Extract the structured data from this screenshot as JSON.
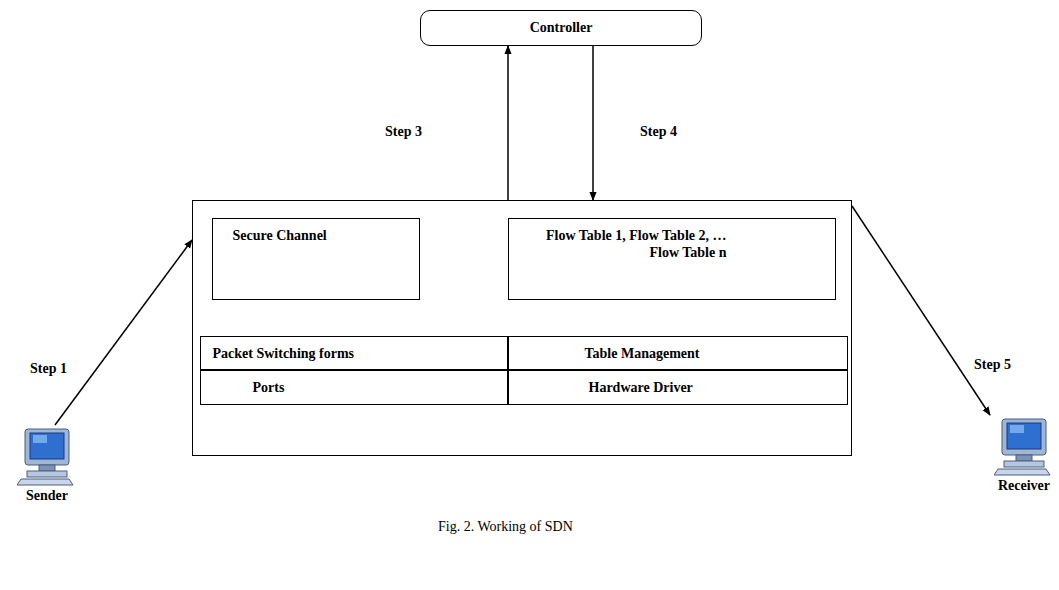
{
  "diagram": {
    "caption": "Fig. 2. Working of SDN",
    "nodes": [
      {
        "text": [
          "Controller"
        ]
      },
      {
        "text": []
      },
      {
        "text": [
          "Secure Channel"
        ],
        "in": 1
      },
      {
        "text": [
          "Flow Table 1, Flow Table 2, … Flow Table n"
        ],
        "in": 1
      },
      {
        "text": [
          "Packet Switching forms"
        ],
        "in": 1
      },
      {
        "text": [
          "Table Management"
        ],
        "in": 1
      },
      {
        "text": [
          "Ports"
        ],
        "in": 1
      },
      {
        "text": [
          "Hardware Driver"
        ],
        "in": 1
      },
      {
        "text": [
          "Sender"
        ]
      },
      {
        "text": [
          "Receiver"
        ]
      }
    ],
    "edges": [
      {
        "from": 1,
        "to": 0,
        "label": "Step 3",
        "arrow": "to"
      },
      {
        "from": 0,
        "to": 1,
        "label": "Step 4",
        "arrow": "to"
      },
      {
        "from": 2,
        "to": 3,
        "arrow": "to"
      },
      {
        "from": 3,
        "to": 2,
        "arrow": "to"
      },
      {
        "from": 3,
        "to": 5,
        "arrow": "both"
      },
      {
        "from": 8,
        "to": 1,
        "label": "Step 1",
        "arrow": "to"
      },
      {
        "from": 1,
        "to": 9,
        "label": "Step 5",
        "arrow": "to"
      }
    ]
  }
}
